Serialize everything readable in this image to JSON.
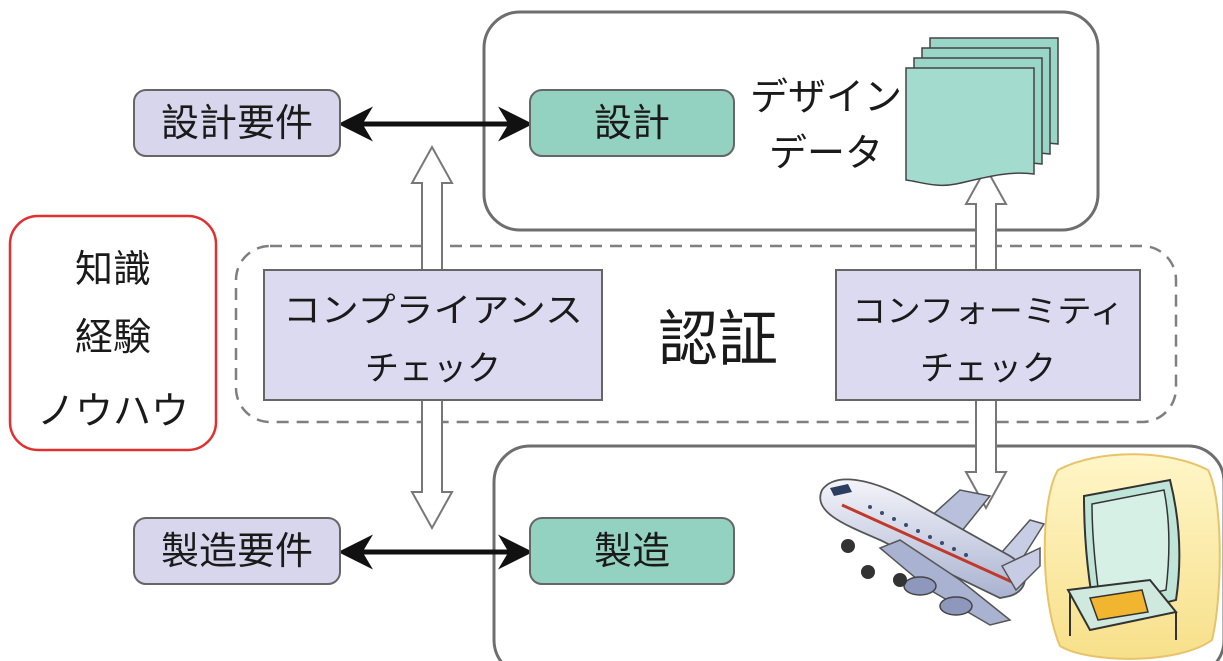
{
  "diagram": {
    "design_requirements": "設計要件",
    "manufacturing_requirements": "製造要件",
    "design": "設計",
    "manufacturing": "製造",
    "design_data": {
      "line1": "デザイン",
      "line2": "データ"
    },
    "knowledge": {
      "line1": "知識",
      "line2": "経験",
      "line3": "ノウハウ"
    },
    "certification": "認証",
    "compliance_check": {
      "line1": "コンプライアンス",
      "line2": "チェック"
    },
    "conformity_check": {
      "line1": "コンフォーミティ",
      "line2": "チェック"
    }
  },
  "colors": {
    "requirement_box": "#d8d6ec",
    "process_box": "#93d1c1",
    "check_box": "#dcdaf0",
    "knowledge_border": "#e03030",
    "outline": "#666666",
    "dashed_outline": "#808080"
  },
  "icons": [
    "document-stack-icon",
    "airplane-icon",
    "seat-icon"
  ]
}
